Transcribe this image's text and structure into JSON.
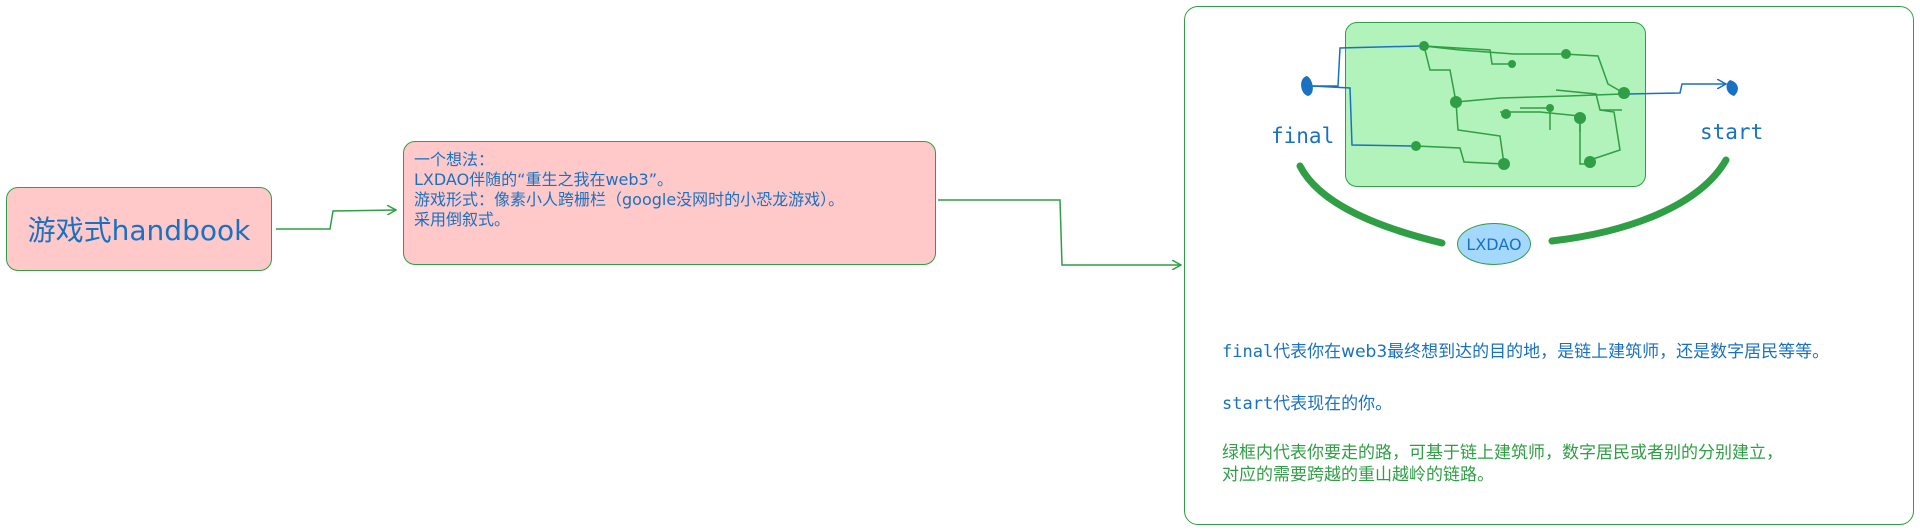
{
  "title": {
    "text": "游戏式handbook"
  },
  "idea": {
    "lines": [
      "一个想法：",
      "LXDAO伴随的“重生之我在web3”。",
      "游戏形式：像素小人跨栅栏（google没网时的小恐龙游戏）。",
      "采用倒叙式。"
    ]
  },
  "diagram": {
    "final_label": "final",
    "start_label": "start",
    "badge_label": "LXDAO"
  },
  "description": {
    "final_keyword": "final",
    "final_text": "代表你在web3最终想到达的目的地，是链上建筑师，还是数字居民等等。",
    "start_keyword": "start",
    "start_text": "代表现在的你。",
    "green_line1": "绿框内代表你要走的路，可基于链上建筑师，数字居民或者别的分别建立，",
    "green_line2": "对应的需要跨越的重山越岭的链路。"
  },
  "colors": {
    "pink_fill": "#ffc9c9",
    "green_fill": "#b2f2bb",
    "blue_fill": "#a5d8ff",
    "stroke_green": "#2f9e44",
    "text_blue": "#1971c2"
  }
}
